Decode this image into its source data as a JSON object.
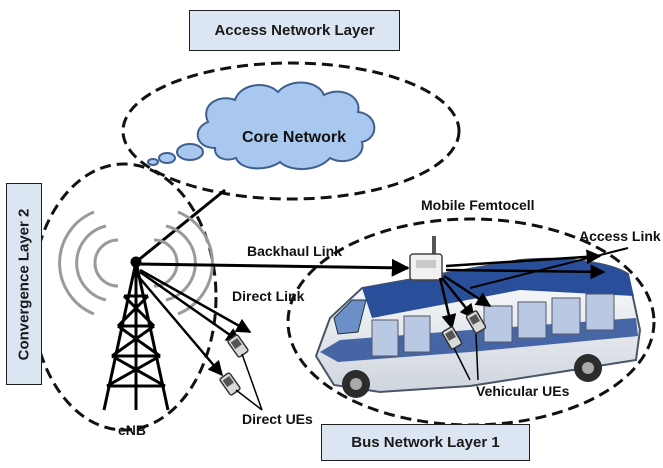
{
  "layers": {
    "access": "Access Network Layer",
    "bus": "Bus Network Layer 1",
    "convergence": "Convergence Layer 2"
  },
  "nodes": {
    "core_network": "Core Network",
    "enb": "eNB",
    "mobile_femtocell": "Mobile Femtocell",
    "direct_ues": "Direct UEs",
    "vehicular_ues": "Vehicular UEs"
  },
  "links": {
    "backhaul": "Backhaul Link",
    "direct": "Direct Link",
    "access": "Access Link"
  },
  "colors": {
    "cloud_fill": "#a9c8ef",
    "cloud_stroke": "#3f5f8f",
    "box_fill": "#dce6f2",
    "bus_body": "#f3f4f6",
    "bus_stripe": "#2a4f9a"
  }
}
